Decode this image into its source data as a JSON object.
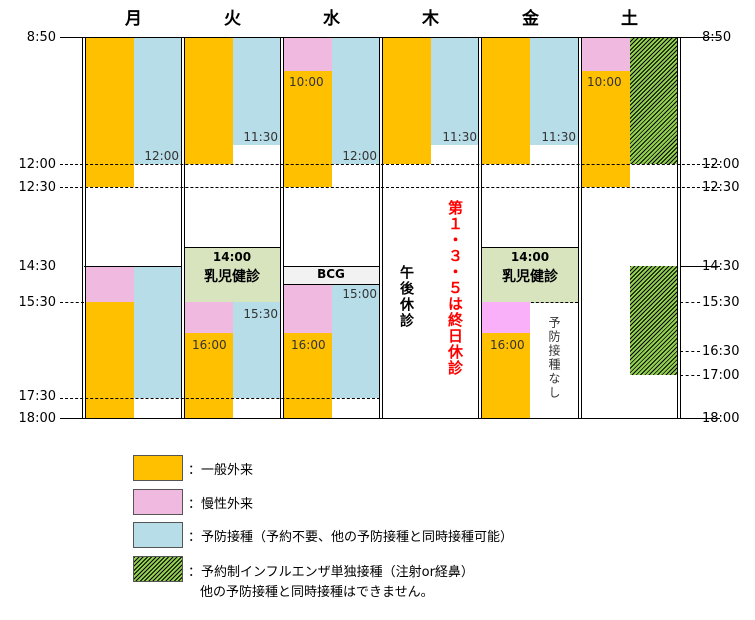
{
  "days": [
    "月",
    "火",
    "水",
    "木",
    "金",
    "土"
  ],
  "times_left": [
    "8:50",
    "12:00",
    "12:30",
    "14:30",
    "15:30",
    "17:30",
    "18:00"
  ],
  "times_right": [
    "8:50",
    "12:00",
    "12:30",
    "14:30",
    "15:30",
    "16:30",
    "17:00",
    "18:00"
  ],
  "labels": {
    "mon_am": "12:00",
    "tue_am": "11:30",
    "wed_am_left": "10:00",
    "wed_am_right": "12:00",
    "thu_am": "11:30",
    "fri_am": "11:30",
    "sat_am": "10:00",
    "tue_pm_left": "16:00",
    "tue_pm_right": "15:30",
    "wed_pm_left": "16:00",
    "wed_pm_right": "15:00",
    "fri_pm_left": "16:00"
  },
  "checkup": {
    "time": "14:00",
    "title": "乳児健診"
  },
  "bcg": "BCG",
  "thu_pm": "午後休診",
  "thu_closed": "第１・３・５は終日休診",
  "fri_no_vacc": "予防接種なし",
  "legend": [
    {
      "color": "#ffc000",
      "text": "：一般外来"
    },
    {
      "color": "#f0b9e0",
      "text": "：慢性外来"
    },
    {
      "color": "#b7dde8",
      "text": "：予防接種（予約不要、他の予防接種と同時接種可能）"
    },
    {
      "color": "#92d050",
      "text": "：予約制インフルエンザ単独接種（注射or経鼻）",
      "text2": "他の予防接種と同時接種はできません。"
    }
  ]
}
